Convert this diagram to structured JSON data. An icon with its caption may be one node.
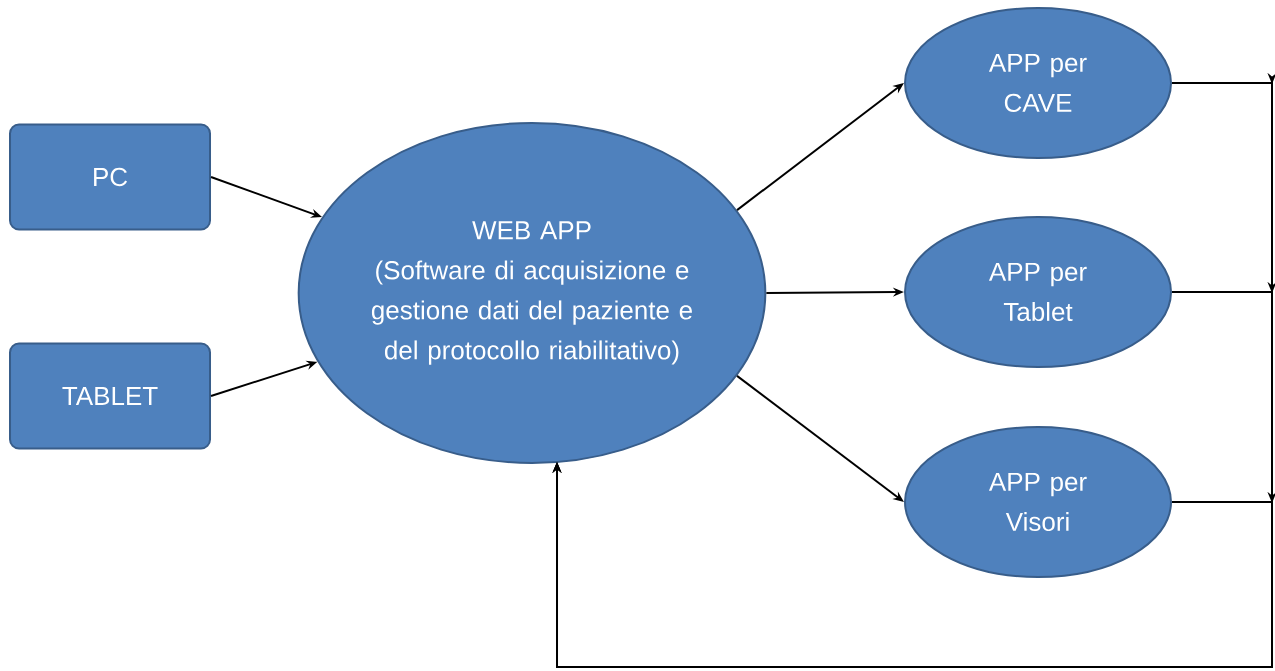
{
  "diagram": {
    "nodes": [
      {
        "text": [
          "PC"
        ]
      },
      {
        "text": [
          "TABLET"
        ]
      },
      {
        "text": [
          "WEB APP",
          "(Software di acquisizione e gestione dati del paziente e del protocollo riabilitativo)"
        ]
      },
      {
        "text": [
          "APP per CAVE"
        ]
      },
      {
        "text": [
          "APP per Tablet"
        ]
      },
      {
        "text": [
          "APP per Visori"
        ]
      }
    ],
    "edges": [
      {
        "from": 0,
        "to": 2,
        "arrow": "to"
      },
      {
        "from": 1,
        "to": 2,
        "arrow": "to"
      },
      {
        "from": 2,
        "to": 3,
        "arrow": "to"
      },
      {
        "from": 2,
        "to": 4,
        "arrow": "to"
      },
      {
        "from": 2,
        "to": 5,
        "arrow": "to"
      },
      {
        "from": 3,
        "to": 2,
        "arrow": "to"
      },
      {
        "from": 4,
        "to": 2,
        "arrow": "to"
      },
      {
        "from": 5,
        "to": 2,
        "arrow": "to"
      }
    ]
  }
}
